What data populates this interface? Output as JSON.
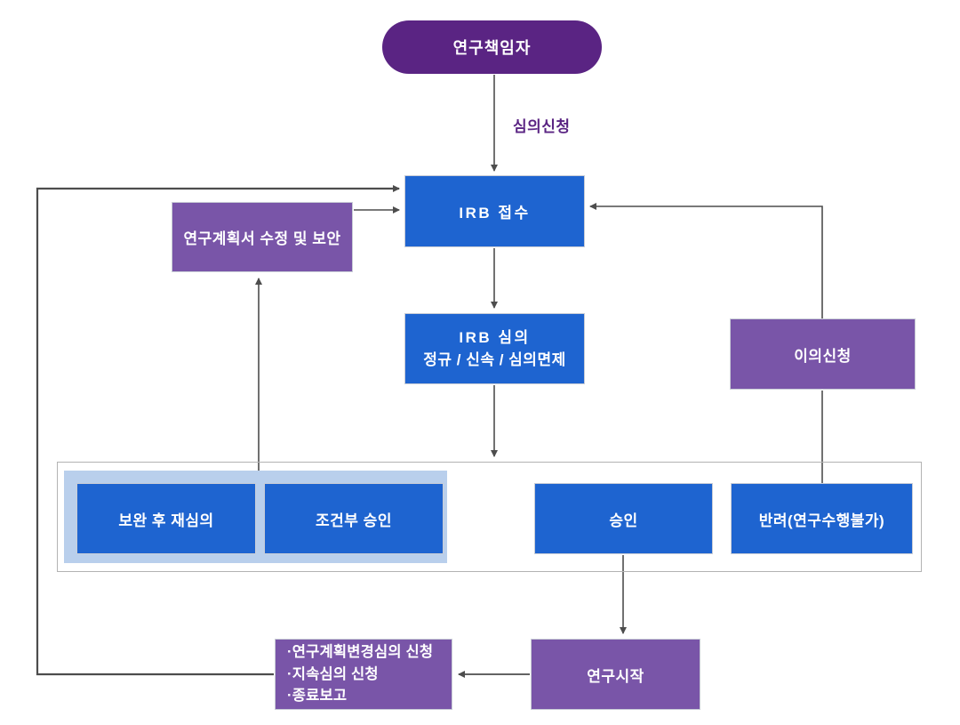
{
  "colors": {
    "dark_purple": "#5A2483",
    "purple": "#7955A8",
    "blue": "#1E64D0",
    "light_blue": "#B9CFEC",
    "line": "#4D4D4D",
    "container_border": "#B3B3B3"
  },
  "nodes": {
    "principal_investigator": "연구책임자",
    "review_application_label": "심의신청",
    "irb_reception": "IRB 접수",
    "plan_revision": "연구계획서 수정 및 보안",
    "irb_review_line1": "IRB 심의",
    "irb_review_line2": "정규 / 신속 / 심의면제",
    "objection": "이의신청",
    "resubmission": "보완 후 재심의",
    "conditional_approval": "조건부 승인",
    "approval": "승인",
    "rejection": "반려(연구수행불가)",
    "research_start": "연구시작",
    "followup_items": [
      "·연구계획변경심의 신청",
      "·지속심의 신청",
      "·종료보고"
    ]
  }
}
